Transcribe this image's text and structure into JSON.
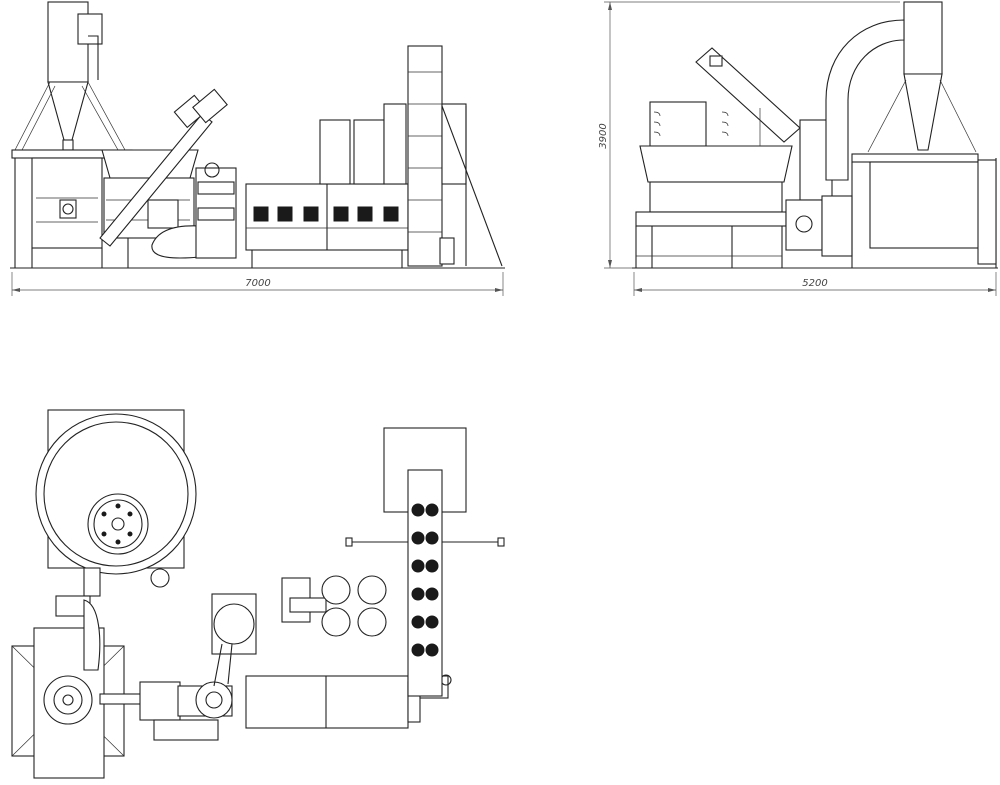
{
  "dimensions": {
    "front_length": "7000",
    "side_width": "5200",
    "side_height": "3900"
  },
  "views": [
    "front-view",
    "side-view",
    "plan-view"
  ]
}
